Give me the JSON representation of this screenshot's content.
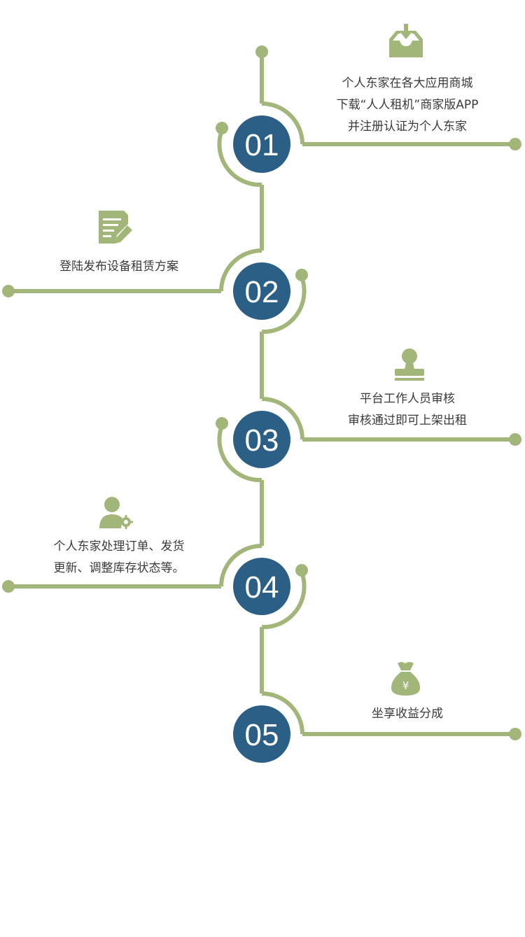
{
  "colors": {
    "line": "#a3b67a",
    "circle": "#2b5f86",
    "icon": "#a3b67a",
    "text": "#3a3a3a",
    "number": "#ffffff"
  },
  "steps": [
    {
      "number": "01",
      "icon": "download-tray-icon",
      "lines": [
        "个人东家在各大应用商城",
        "下载“人人租机”商家版APP",
        "并注册认证为个人东家"
      ]
    },
    {
      "number": "02",
      "icon": "edit-document-icon",
      "lines": [
        "登陆发布设备租赁方案"
      ]
    },
    {
      "number": "03",
      "icon": "stamp-icon",
      "lines": [
        "平台工作人员审核",
        "审核通过即可上架出租"
      ]
    },
    {
      "number": "04",
      "icon": "user-gear-icon",
      "lines": [
        "个人东家处理订单、发货",
        "更新、调整库存状态等。"
      ]
    },
    {
      "number": "05",
      "icon": "money-bag-icon",
      "lines": [
        "坐享收益分成"
      ]
    }
  ]
}
